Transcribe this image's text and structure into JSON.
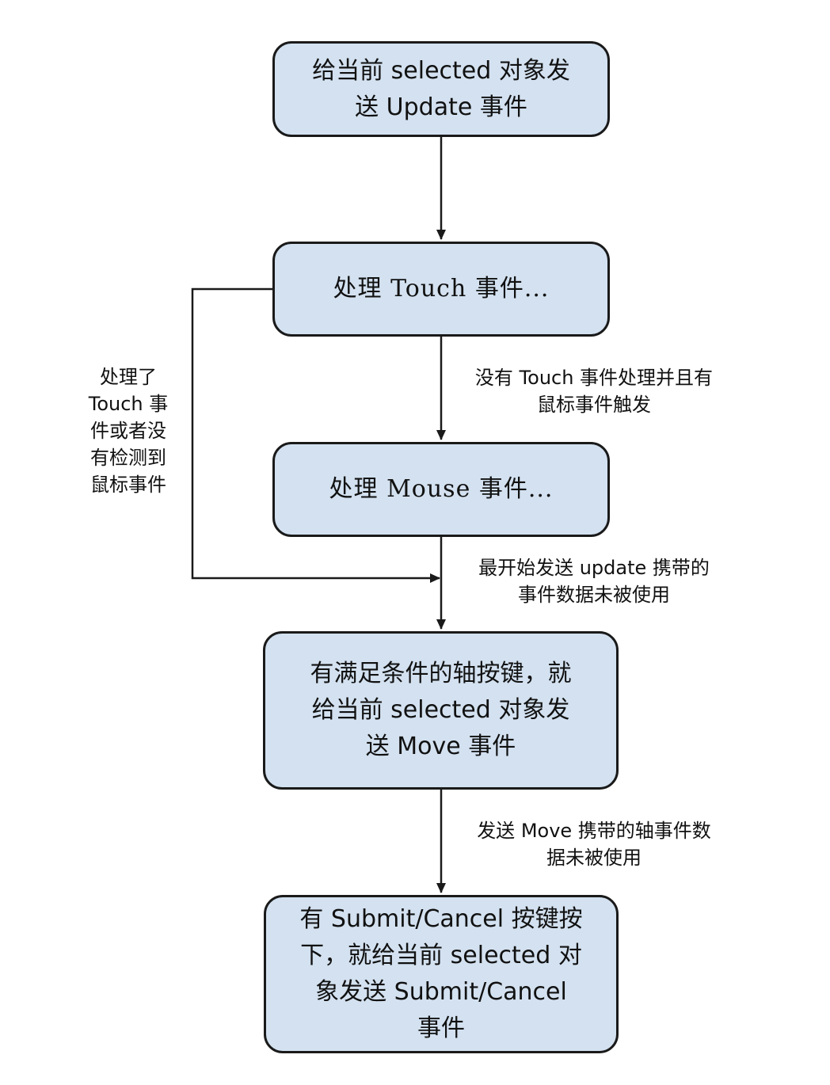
{
  "nodes": {
    "update": {
      "text": "给当前 selected 对象发\n送 Update 事件"
    },
    "touch": {
      "text": "处理 Touch 事件..."
    },
    "mouse": {
      "text": "处理 Mouse 事件..."
    },
    "move": {
      "text": "有满足条件的轴按键，就\n给当前 selected 对象发\n送 Move 事件"
    },
    "submit": {
      "text": "有 Submit/Cancel 按键按\n下，就给当前 selected 对\n象发送 Submit/Cancel\n事件"
    }
  },
  "edges": {
    "touch_to_mouse": {
      "label": "没有 Touch 事件处理并且有\n鼠标事件触发"
    },
    "touch_bypass": {
      "label": "处理了\nTouch 事\n件或者没\n有检测到\n鼠标事件"
    },
    "mouse_to_move": {
      "label": "最开始发送 update 携带的\n事件数据未被使用"
    },
    "move_to_submit": {
      "label": "发送 Move 携带的轴事件数\n据未被使用"
    }
  },
  "colors": {
    "node_fill": "#d3e1f0",
    "stroke": "#1a1a1a"
  }
}
